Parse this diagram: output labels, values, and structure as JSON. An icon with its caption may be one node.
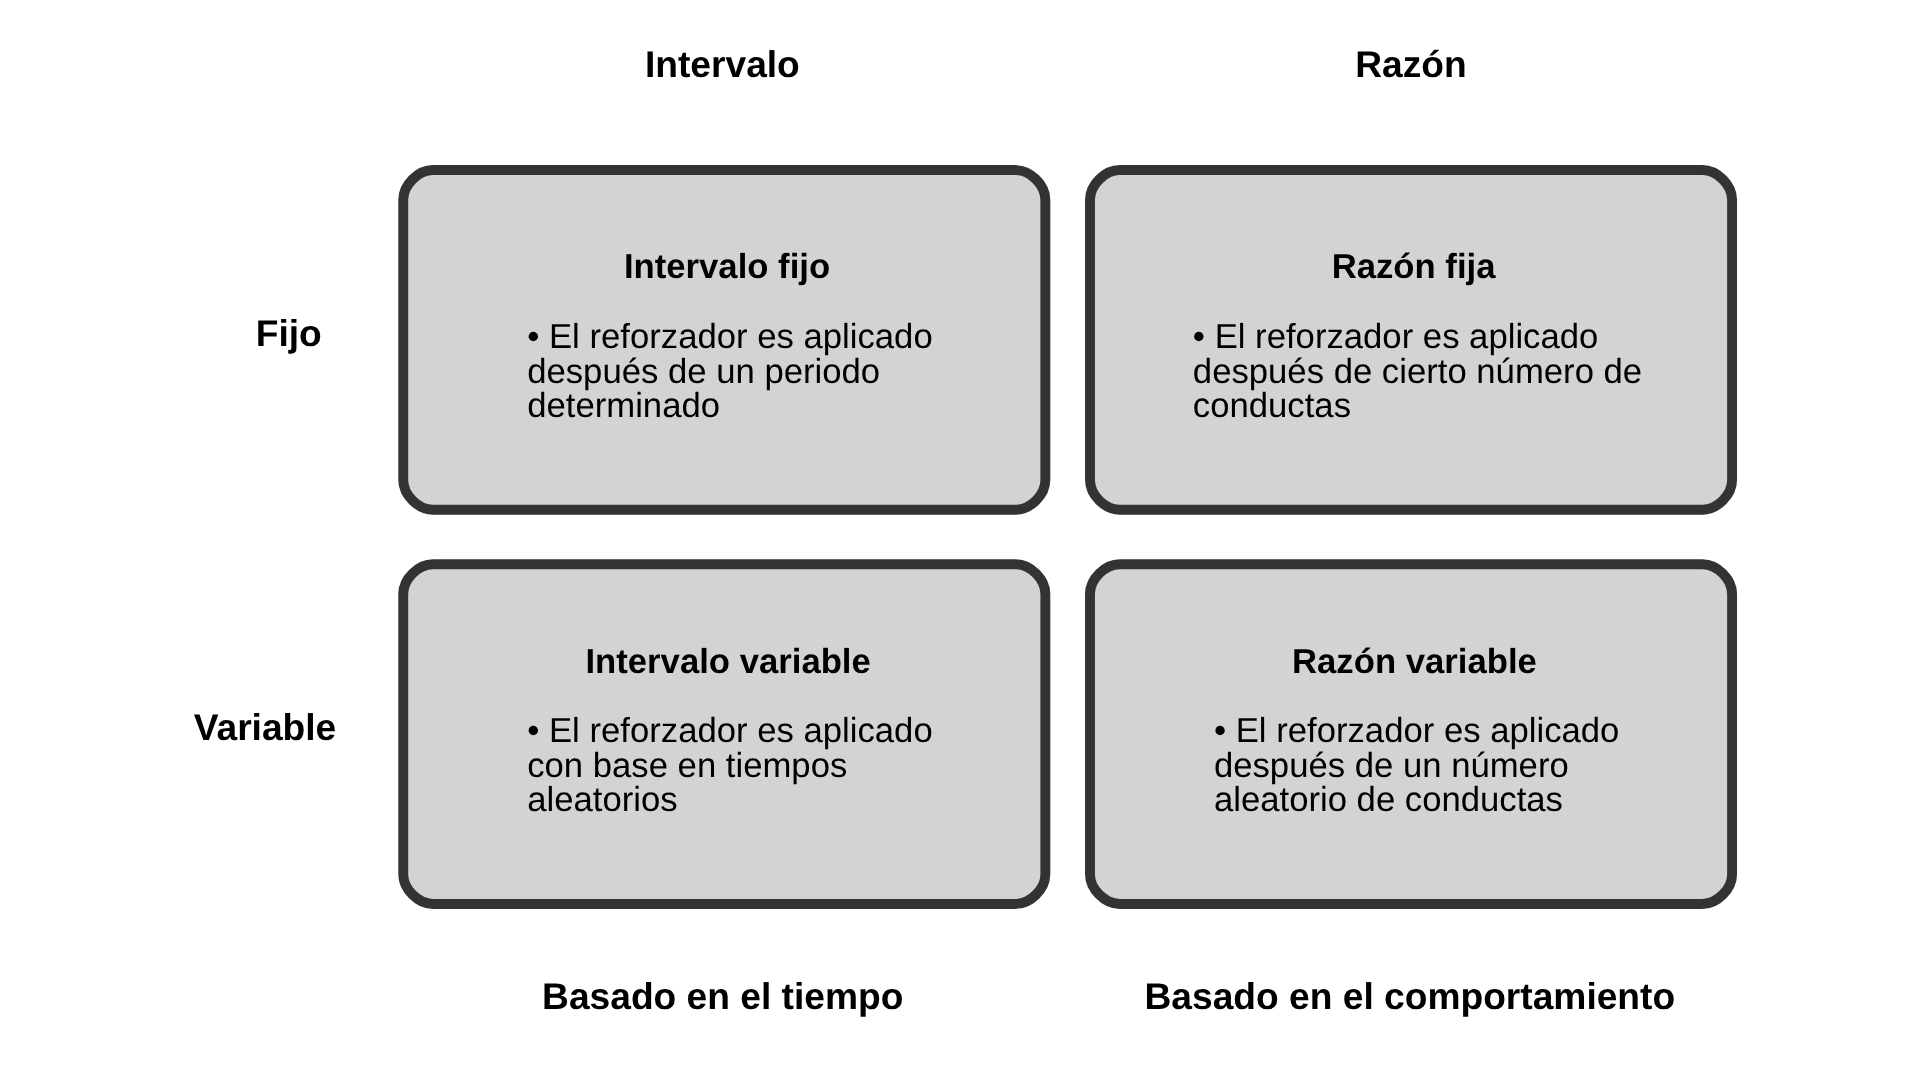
{
  "diagram": {
    "nodes": [
      {
        "text": [
          "Intervalo fijo",
          "• El reforzador es aplicado después de un periodo determinado"
        ]
      },
      {
        "text": [
          "Razón fija",
          "• El reforzador es aplicado después de cierto número de conductas"
        ]
      },
      {
        "text": [
          "Intervalo variable",
          "• El reforzador es aplicado con base en tiempos aleatorios"
        ]
      },
      {
        "text": [
          "Razón variable",
          "• El reforzador es aplicado después de un número aleatorio de conductas"
        ]
      }
    ],
    "labels": [
      "Intervalo",
      "Razón",
      "Fijo",
      "Variable",
      "Basado en el tiempo",
      "Basado en el comportamiento"
    ]
  }
}
